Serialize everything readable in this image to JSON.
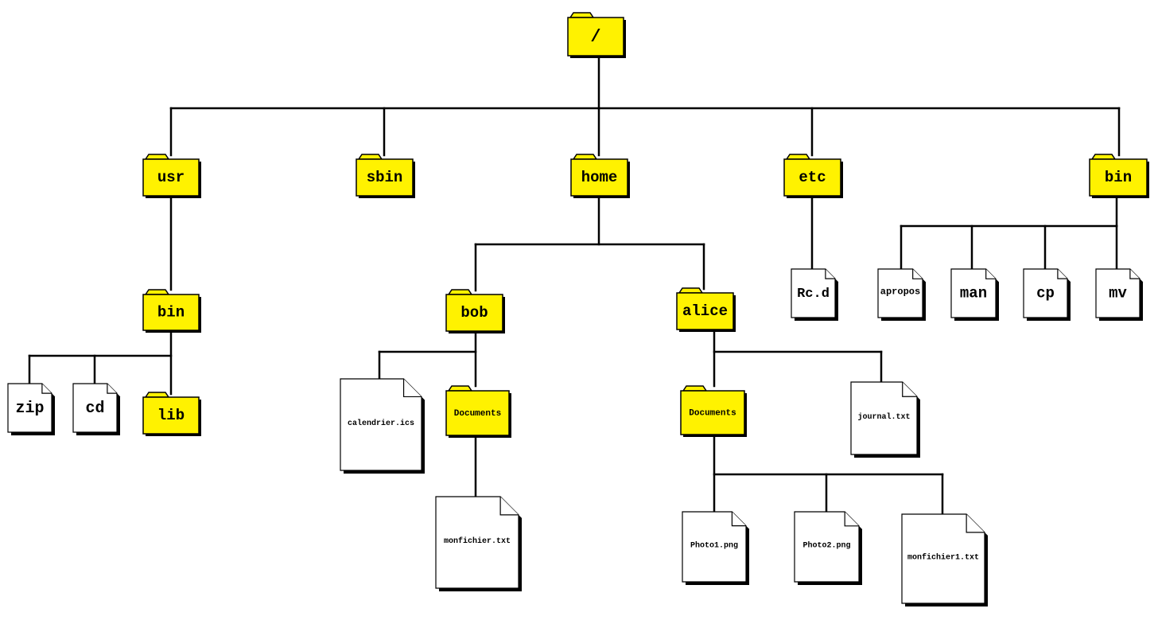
{
  "colors": {
    "folder": "#fff200",
    "file": "#ffffff",
    "line": "#000000"
  },
  "tree": {
    "root": {
      "label": "/",
      "kind": "folder"
    },
    "usr": {
      "label": "usr",
      "kind": "folder"
    },
    "sbin": {
      "label": "sbin",
      "kind": "folder"
    },
    "home": {
      "label": "home",
      "kind": "folder"
    },
    "etc": {
      "label": "etc",
      "kind": "folder"
    },
    "bin": {
      "label": "bin",
      "kind": "folder"
    },
    "usr_bin": {
      "label": "bin",
      "kind": "folder"
    },
    "zip": {
      "label": "zip",
      "kind": "file"
    },
    "cd": {
      "label": "cd",
      "kind": "file"
    },
    "lib": {
      "label": "lib",
      "kind": "folder"
    },
    "bob": {
      "label": "bob",
      "kind": "folder"
    },
    "alice": {
      "label": "alice",
      "kind": "folder"
    },
    "calendrier": {
      "label": "calendrier.ics",
      "kind": "file"
    },
    "bob_docs": {
      "label": "Documents",
      "kind": "folder"
    },
    "monfichier": {
      "label": "monfichier.txt",
      "kind": "file"
    },
    "alice_docs": {
      "label": "Documents",
      "kind": "folder"
    },
    "journal": {
      "label": "journal.txt",
      "kind": "file"
    },
    "photo1": {
      "label": "Photo1.png",
      "kind": "file"
    },
    "photo2": {
      "label": "Photo2.png",
      "kind": "file"
    },
    "monfichier1": {
      "label": "monfichier1.txt",
      "kind": "file"
    },
    "rcd": {
      "label": "Rc.d",
      "kind": "file"
    },
    "apropos": {
      "label": "apropos",
      "kind": "file"
    },
    "man": {
      "label": "man",
      "kind": "file"
    },
    "cp": {
      "label": "cp",
      "kind": "file"
    },
    "mv": {
      "label": "mv",
      "kind": "file"
    }
  }
}
